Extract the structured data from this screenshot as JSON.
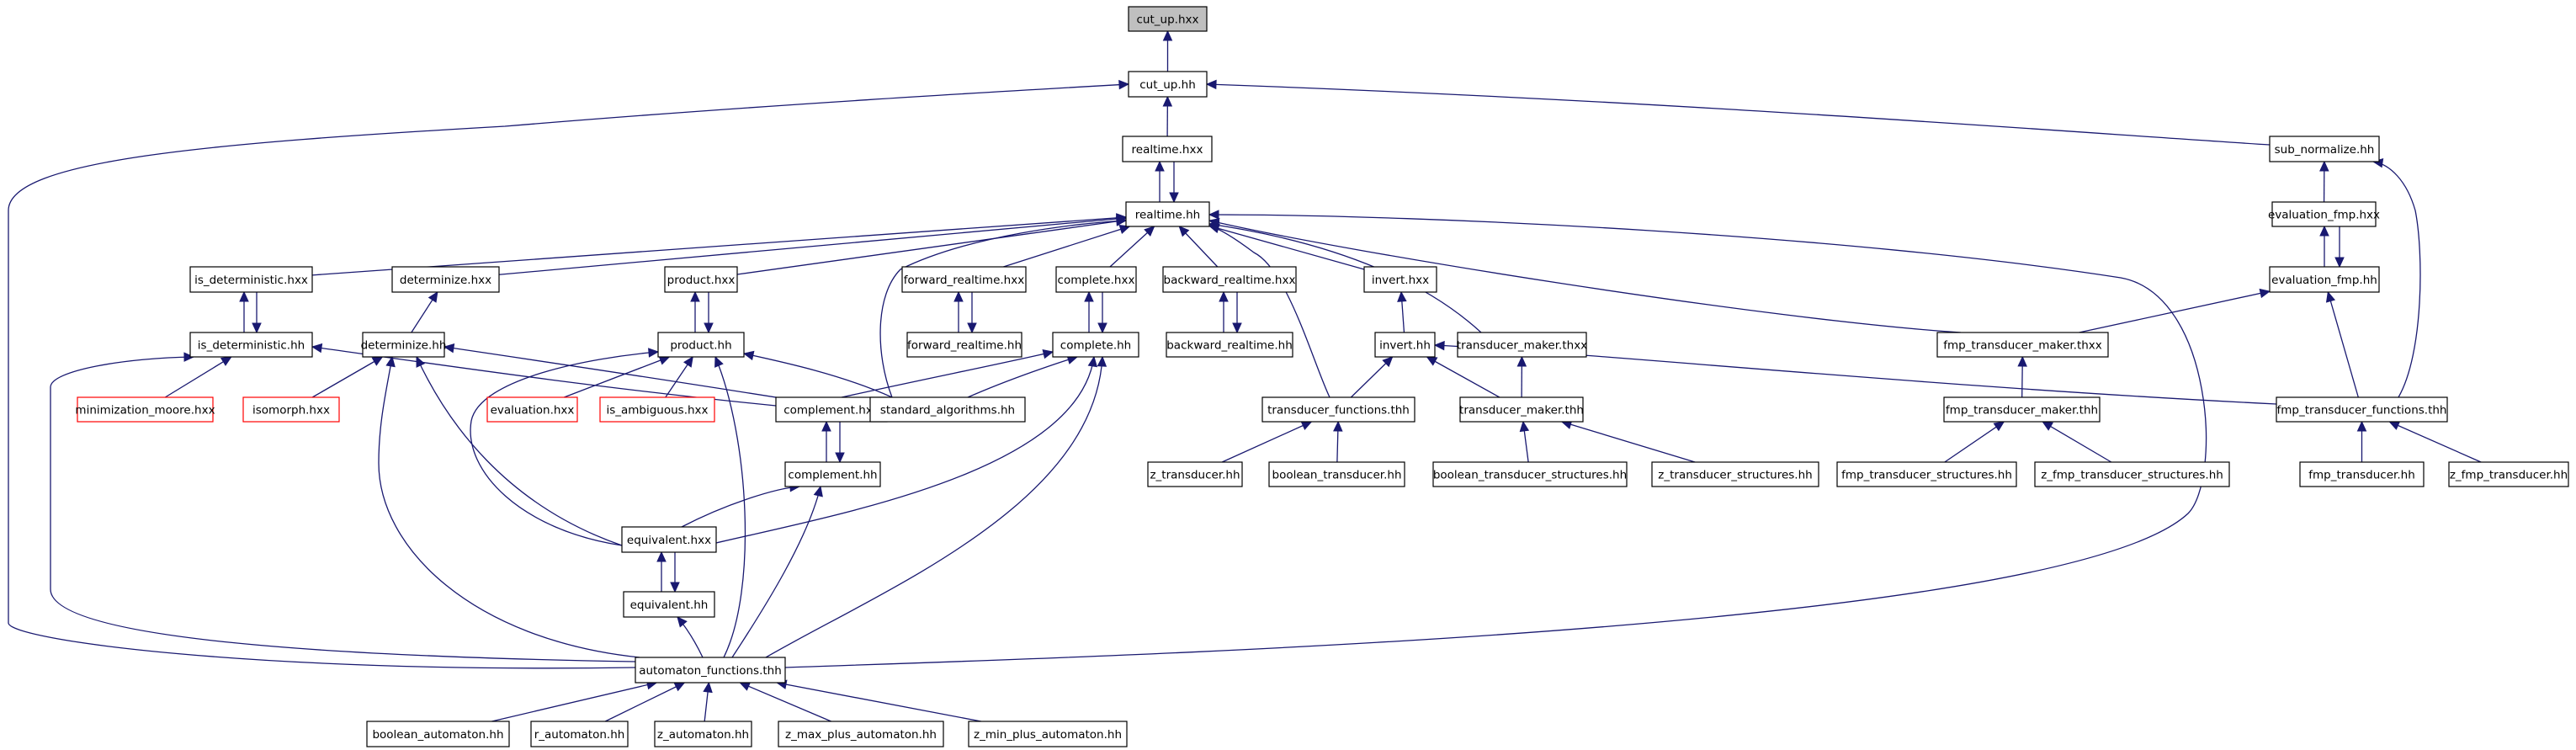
{
  "graph": {
    "edge_color": "#191970",
    "root_fill": "#bfbfbf",
    "undocumented_border": "#ff0000",
    "nodes": [
      {
        "id": "cut_up_hxx",
        "label": "cut_up.hxx",
        "kind": "root"
      },
      {
        "id": "cut_up_hh",
        "label": "cut_up.hh",
        "kind": "normal"
      },
      {
        "id": "realtime_hxx",
        "label": "realtime.hxx",
        "kind": "normal"
      },
      {
        "id": "sub_normalize_hh",
        "label": "sub_normalize.hh",
        "kind": "normal"
      },
      {
        "id": "realtime_hh",
        "label": "realtime.hh",
        "kind": "normal"
      },
      {
        "id": "evaluation_fmp_hxx",
        "label": "evaluation_fmp.hxx",
        "kind": "normal"
      },
      {
        "id": "is_deterministic_hxx",
        "label": "is_deterministic.hxx",
        "kind": "normal"
      },
      {
        "id": "determinize_hxx",
        "label": "determinize.hxx",
        "kind": "normal"
      },
      {
        "id": "product_hxx",
        "label": "product.hxx",
        "kind": "normal"
      },
      {
        "id": "forward_realtime_hxx",
        "label": "forward_realtime.hxx",
        "kind": "normal"
      },
      {
        "id": "complete_hxx",
        "label": "complete.hxx",
        "kind": "normal"
      },
      {
        "id": "backward_realtime_hxx",
        "label": "backward_realtime.hxx",
        "kind": "normal"
      },
      {
        "id": "invert_hxx",
        "label": "invert.hxx",
        "kind": "normal"
      },
      {
        "id": "evaluation_fmp_hh",
        "label": "evaluation_fmp.hh",
        "kind": "normal"
      },
      {
        "id": "is_deterministic_hh",
        "label": "is_deterministic.hh",
        "kind": "normal"
      },
      {
        "id": "determinize_hh",
        "label": "determinize.hh",
        "kind": "normal"
      },
      {
        "id": "product_hh",
        "label": "product.hh",
        "kind": "normal"
      },
      {
        "id": "forward_realtime_hh",
        "label": "forward_realtime.hh",
        "kind": "normal"
      },
      {
        "id": "complete_hh",
        "label": "complete.hh",
        "kind": "normal"
      },
      {
        "id": "backward_realtime_hh",
        "label": "backward_realtime.hh",
        "kind": "normal"
      },
      {
        "id": "invert_hh",
        "label": "invert.hh",
        "kind": "normal"
      },
      {
        "id": "transducer_maker_thxx",
        "label": "transducer_maker.thxx",
        "kind": "normal"
      },
      {
        "id": "fmp_transducer_maker_thxx",
        "label": "fmp_transducer_maker.thxx",
        "kind": "normal"
      },
      {
        "id": "minimization_moore_hxx",
        "label": "minimization_moore.hxx",
        "kind": "undocumented"
      },
      {
        "id": "isomorph_hxx",
        "label": "isomorph.hxx",
        "kind": "undocumented"
      },
      {
        "id": "evaluation_hxx",
        "label": "evaluation.hxx",
        "kind": "undocumented"
      },
      {
        "id": "is_ambiguous_hxx",
        "label": "is_ambiguous.hxx",
        "kind": "undocumented"
      },
      {
        "id": "complement_hxx",
        "label": "complement.hxx",
        "kind": "normal"
      },
      {
        "id": "standard_algorithms_hh",
        "label": "standard_algorithms.hh",
        "kind": "normal"
      },
      {
        "id": "transducer_functions_thh",
        "label": "transducer_functions.thh",
        "kind": "normal"
      },
      {
        "id": "transducer_maker_thh",
        "label": "transducer_maker.thh",
        "kind": "normal"
      },
      {
        "id": "fmp_transducer_maker_thh",
        "label": "fmp_transducer_maker.thh",
        "kind": "normal"
      },
      {
        "id": "fmp_transducer_functions_thh",
        "label": "fmp_transducer_functions.thh",
        "kind": "normal"
      },
      {
        "id": "complement_hh",
        "label": "complement.hh",
        "kind": "normal"
      },
      {
        "id": "z_transducer_hh",
        "label": "z_transducer.hh",
        "kind": "normal"
      },
      {
        "id": "boolean_transducer_hh",
        "label": "boolean_transducer.hh",
        "kind": "normal"
      },
      {
        "id": "boolean_transducer_structures_hh",
        "label": "boolean_transducer_structures.hh",
        "kind": "normal"
      },
      {
        "id": "z_transducer_structures_hh",
        "label": "z_transducer_structures.hh",
        "kind": "normal"
      },
      {
        "id": "fmp_transducer_structures_hh",
        "label": "fmp_transducer_structures.hh",
        "kind": "normal"
      },
      {
        "id": "z_fmp_transducer_structures_hh",
        "label": "z_fmp_transducer_structures.hh",
        "kind": "normal"
      },
      {
        "id": "fmp_transducer_hh",
        "label": "fmp_transducer.hh",
        "kind": "normal"
      },
      {
        "id": "z_fmp_transducer_hh",
        "label": "z_fmp_transducer.hh",
        "kind": "normal"
      },
      {
        "id": "equivalent_hxx",
        "label": "equivalent.hxx",
        "kind": "normal"
      },
      {
        "id": "equivalent_hh",
        "label": "equivalent.hh",
        "kind": "normal"
      },
      {
        "id": "automaton_functions_thh",
        "label": "automaton_functions.thh",
        "kind": "normal"
      },
      {
        "id": "boolean_automaton_hh",
        "label": "boolean_automaton.hh",
        "kind": "normal"
      },
      {
        "id": "r_automaton_hh",
        "label": "r_automaton.hh",
        "kind": "normal"
      },
      {
        "id": "z_automaton_hh",
        "label": "z_automaton.hh",
        "kind": "normal"
      },
      {
        "id": "z_max_plus_automaton_hh",
        "label": "z_max_plus_automaton.hh",
        "kind": "normal"
      },
      {
        "id": "z_min_plus_automaton_hh",
        "label": "z_min_plus_automaton.hh",
        "kind": "normal"
      }
    ],
    "edges": [
      {
        "from": "cut_up_hh",
        "to": "cut_up_hxx"
      },
      {
        "from": "realtime_hxx",
        "to": "cut_up_hh"
      },
      {
        "from": "sub_normalize_hh",
        "to": "cut_up_hh"
      },
      {
        "from": "automaton_functions_thh",
        "to": "cut_up_hh"
      },
      {
        "from": "realtime_hh",
        "to": "realtime_hxx"
      },
      {
        "from": "realtime_hxx",
        "to": "realtime_hh"
      },
      {
        "from": "evaluation_fmp_hxx",
        "to": "sub_normalize_hh"
      },
      {
        "from": "fmp_transducer_functions_thh",
        "to": "sub_normalize_hh"
      },
      {
        "from": "is_deterministic_hxx",
        "to": "realtime_hh"
      },
      {
        "from": "determinize_hxx",
        "to": "realtime_hh"
      },
      {
        "from": "product_hxx",
        "to": "realtime_hh"
      },
      {
        "from": "forward_realtime_hxx",
        "to": "realtime_hh"
      },
      {
        "from": "complete_hxx",
        "to": "realtime_hh"
      },
      {
        "from": "backward_realtime_hxx",
        "to": "realtime_hh"
      },
      {
        "from": "invert_hxx",
        "to": "realtime_hh"
      },
      {
        "from": "transducer_maker_thxx",
        "to": "realtime_hh"
      },
      {
        "from": "fmp_transducer_maker_thxx",
        "to": "realtime_hh"
      },
      {
        "from": "standard_algorithms_hh",
        "to": "realtime_hh"
      },
      {
        "from": "transducer_functions_thh",
        "to": "realtime_hh"
      },
      {
        "from": "automaton_functions_thh",
        "to": "realtime_hh"
      },
      {
        "from": "evaluation_fmp_hh",
        "to": "evaluation_fmp_hxx"
      },
      {
        "from": "evaluation_fmp_hxx",
        "to": "evaluation_fmp_hh"
      },
      {
        "from": "fmp_transducer_maker_thxx",
        "to": "evaluation_fmp_hh"
      },
      {
        "from": "fmp_transducer_functions_thh",
        "to": "evaluation_fmp_hh"
      },
      {
        "from": "is_deterministic_hh",
        "to": "is_deterministic_hxx"
      },
      {
        "from": "is_deterministic_hxx",
        "to": "is_deterministic_hh"
      },
      {
        "from": "determinize_hh",
        "to": "determinize_hxx"
      },
      {
        "from": "product_hh",
        "to": "product_hxx"
      },
      {
        "from": "product_hxx",
        "to": "product_hh"
      },
      {
        "from": "forward_realtime_hh",
        "to": "forward_realtime_hxx"
      },
      {
        "from": "forward_realtime_hxx",
        "to": "forward_realtime_hh"
      },
      {
        "from": "complete_hh",
        "to": "complete_hxx"
      },
      {
        "from": "complete_hxx",
        "to": "complete_hh"
      },
      {
        "from": "backward_realtime_hh",
        "to": "backward_realtime_hxx"
      },
      {
        "from": "backward_realtime_hxx",
        "to": "backward_realtime_hh"
      },
      {
        "from": "invert_hh",
        "to": "invert_hxx"
      },
      {
        "from": "minimization_moore_hxx",
        "to": "is_deterministic_hh"
      },
      {
        "from": "complement_hxx",
        "to": "is_deterministic_hh"
      },
      {
        "from": "automaton_functions_thh",
        "to": "is_deterministic_hh"
      },
      {
        "from": "isomorph_hxx",
        "to": "determinize_hh"
      },
      {
        "from": "standard_algorithms_hh",
        "to": "determinize_hh"
      },
      {
        "from": "equivalent_hxx",
        "to": "determinize_hh"
      },
      {
        "from": "automaton_functions_thh",
        "to": "determinize_hh"
      },
      {
        "from": "evaluation_hxx",
        "to": "product_hh"
      },
      {
        "from": "is_ambiguous_hxx",
        "to": "product_hh"
      },
      {
        "from": "standard_algorithms_hh",
        "to": "product_hh"
      },
      {
        "from": "equivalent_hxx",
        "to": "product_hh"
      },
      {
        "from": "automaton_functions_thh",
        "to": "product_hh"
      },
      {
        "from": "complement_hxx",
        "to": "complete_hh"
      },
      {
        "from": "standard_algorithms_hh",
        "to": "complete_hh"
      },
      {
        "from": "equivalent_hxx",
        "to": "complete_hh"
      },
      {
        "from": "automaton_functions_thh",
        "to": "complete_hh"
      },
      {
        "from": "transducer_functions_thh",
        "to": "invert_hh"
      },
      {
        "from": "transducer_maker_thh",
        "to": "invert_hh"
      },
      {
        "from": "fmp_transducer_functions_thh",
        "to": "invert_hh"
      },
      {
        "from": "transducer_maker_thh",
        "to": "transducer_maker_thxx"
      },
      {
        "from": "fmp_transducer_maker_thh",
        "to": "fmp_transducer_maker_thxx"
      },
      {
        "from": "complement_hh",
        "to": "complement_hxx"
      },
      {
        "from": "complement_hxx",
        "to": "complement_hh"
      },
      {
        "from": "z_transducer_hh",
        "to": "transducer_functions_thh"
      },
      {
        "from": "boolean_transducer_hh",
        "to": "transducer_functions_thh"
      },
      {
        "from": "boolean_transducer_structures_hh",
        "to": "transducer_maker_thh"
      },
      {
        "from": "z_transducer_structures_hh",
        "to": "transducer_maker_thh"
      },
      {
        "from": "fmp_transducer_structures_hh",
        "to": "fmp_transducer_maker_thh"
      },
      {
        "from": "z_fmp_transducer_structures_hh",
        "to": "fmp_transducer_maker_thh"
      },
      {
        "from": "fmp_transducer_hh",
        "to": "fmp_transducer_functions_thh"
      },
      {
        "from": "z_fmp_transducer_hh",
        "to": "fmp_transducer_functions_thh"
      },
      {
        "from": "equivalent_hxx",
        "to": "complement_hh"
      },
      {
        "from": "automaton_functions_thh",
        "to": "complement_hh"
      },
      {
        "from": "equivalent_hh",
        "to": "equivalent_hxx"
      },
      {
        "from": "equivalent_hxx",
        "to": "equivalent_hh"
      },
      {
        "from": "automaton_functions_thh",
        "to": "equivalent_hh"
      },
      {
        "from": "boolean_automaton_hh",
        "to": "automaton_functions_thh"
      },
      {
        "from": "r_automaton_hh",
        "to": "automaton_functions_thh"
      },
      {
        "from": "z_automaton_hh",
        "to": "automaton_functions_thh"
      },
      {
        "from": "z_max_plus_automaton_hh",
        "to": "automaton_functions_thh"
      },
      {
        "from": "z_min_plus_automaton_hh",
        "to": "automaton_functions_thh"
      }
    ]
  }
}
